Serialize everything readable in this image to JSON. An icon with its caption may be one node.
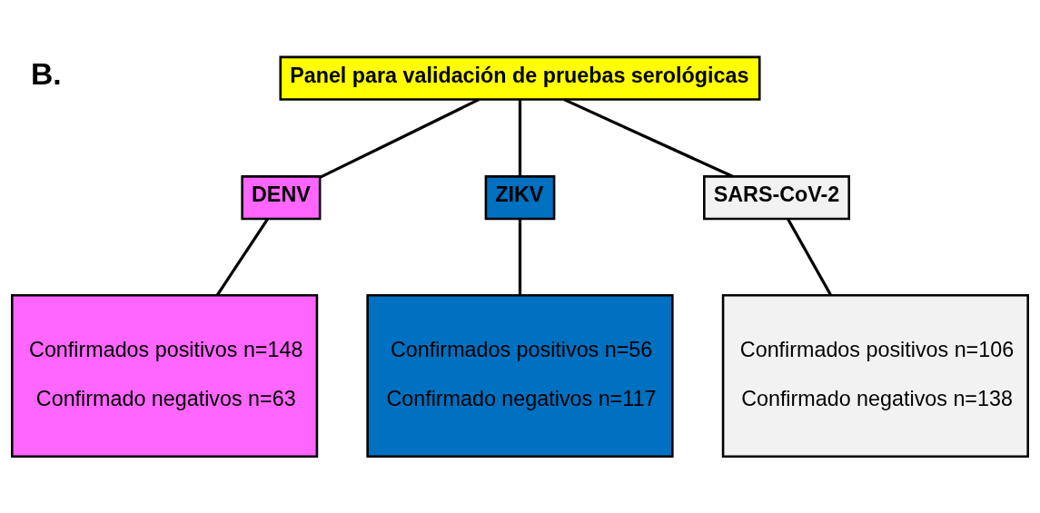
{
  "diagram": {
    "nodes": [
      {
        "text": [
          "Panel para validación de pruebas serológicas"
        ]
      },
      {
        "text": [
          "DENV"
        ]
      },
      {
        "text": [
          "ZIKV"
        ]
      },
      {
        "text": [
          "SARS-CoV-2"
        ]
      },
      {
        "text": [
          "Confirmados positivos n=148",
          "Confirmado negativos n=63"
        ]
      },
      {
        "text": [
          "Confirmados positivos n=56",
          "Confirmado negativos n=117"
        ]
      },
      {
        "text": [
          "Confirmados positivos n=106",
          "Confirmado negativos n=138"
        ]
      }
    ],
    "edges": [
      {
        "from": 0,
        "to": 1,
        "arrow": "none"
      },
      {
        "from": 0,
        "to": 2,
        "arrow": "none"
      },
      {
        "from": 0,
        "to": 3,
        "arrow": "none"
      },
      {
        "from": 1,
        "to": 4,
        "arrow": "none"
      },
      {
        "from": 2,
        "to": 5,
        "arrow": "none"
      },
      {
        "from": 3,
        "to": 6,
        "arrow": "none"
      }
    ],
    "labels": [
      "B."
    ]
  }
}
